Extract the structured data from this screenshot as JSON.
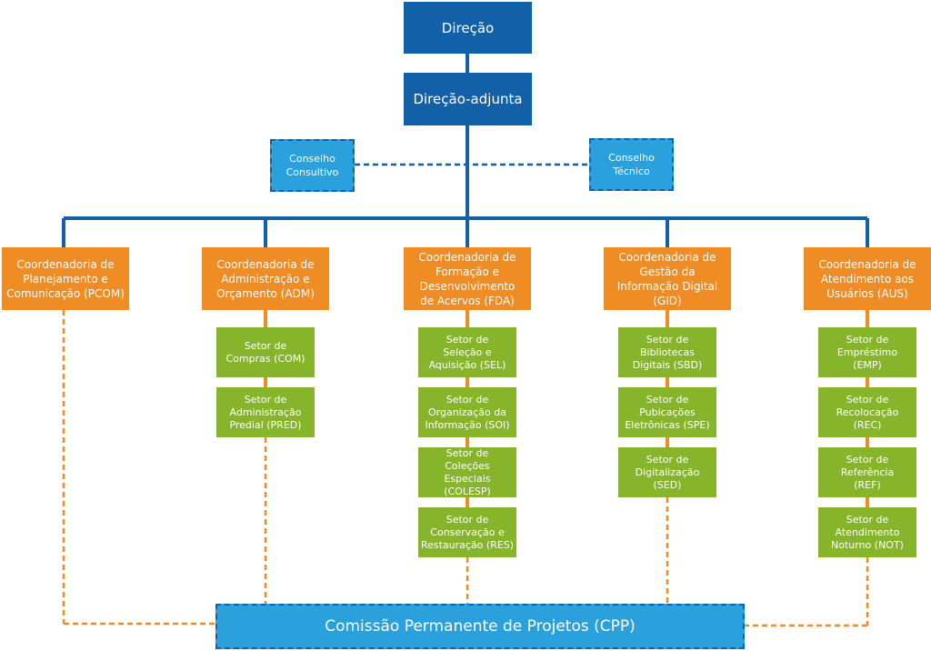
{
  "colors": {
    "direction": "#1261a8",
    "council": "#2aa0dc",
    "coordination": "#ef8d24",
    "sector": "#86b52c",
    "orange_line": "#ef8d24",
    "blue_line": "#1261a8"
  },
  "direcao": "Direção",
  "direcao_adjunta": "Direção-adjunta",
  "conselhos": {
    "consultivo": "Conselho\nConsultivo",
    "tecnico": "Conselho\nTécnico"
  },
  "coordenadorias": [
    {
      "label": "Coordenadoria de\nPlanejamento e\nComunicação (PCOM)",
      "setores": []
    },
    {
      "label": "Coordenadoria de\nAdministração e\nOrçamento (ADM)",
      "setores": [
        "Setor de\nCompras (COM)",
        "Setor de\nAdministração\nPredial (PRED)"
      ]
    },
    {
      "label": "Coordenadoria de\nFormação e\nDesenvolvimento\nde Acervos (FDA)",
      "setores": [
        "Setor de\nSeleção e\nAquisição (SEL)",
        "Setor de\nOrganização da\nInformação (SOI)",
        "Setor de\nColeções\nEspeciais (COLESP)",
        "Setor de\nConservação e\nRestauração (RES)"
      ]
    },
    {
      "label": "Coordenadoria de\nGestão da\nInformação Digital\n(GID)",
      "setores": [
        "Setor de\nBibliotecas\nDigitais (SBD)",
        "Setor de\nPubicações\nEletrônicas (SPE)",
        "Setor de\nDigitalização\n(SED)"
      ]
    },
    {
      "label": "Coordenadoria de\nAtendimento aos\nUsuários (AUS)",
      "setores": [
        "Setor de\nEmpréstimo\n(EMP)",
        "Setor de\nRecolocação\n(REC)",
        "Setor de\nReferência\n(REF)",
        "Setor de\nAtendimento\nNoturno (NOT)"
      ]
    }
  ],
  "cpp": "Comissão Permanente de Projetos (CPP)"
}
